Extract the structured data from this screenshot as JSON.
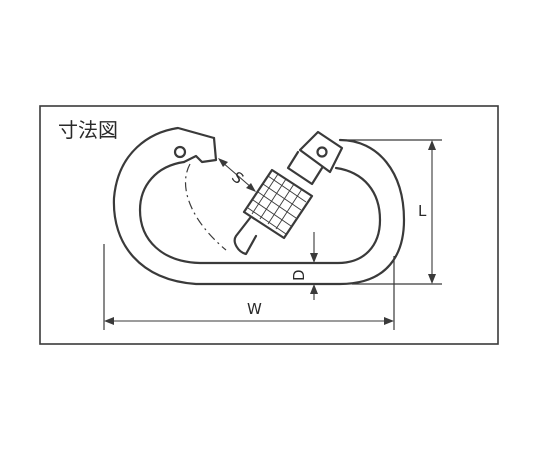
{
  "title": "寸法図",
  "dimensions": {
    "width_label": "W",
    "length_label": "L",
    "diameter_label": "D",
    "gate_opening_label": "S"
  },
  "colors": {
    "line": "#3a3a3a",
    "background": "#ffffff"
  }
}
